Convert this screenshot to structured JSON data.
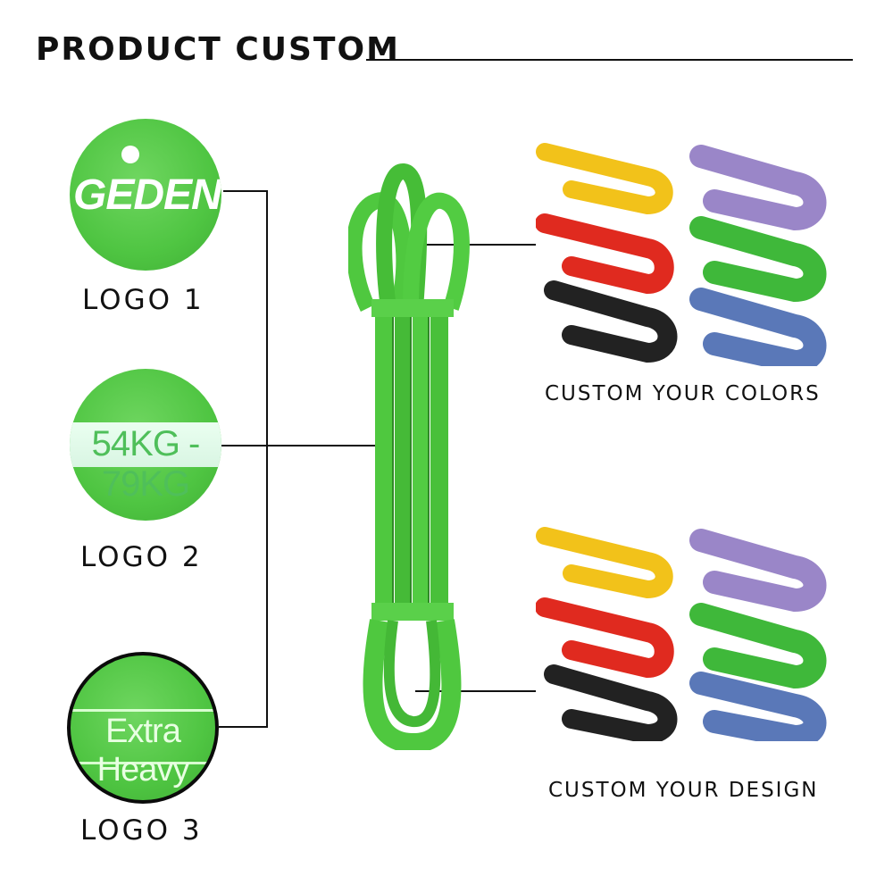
{
  "header": {
    "title": "PRODUCT CUSTOM"
  },
  "logos": [
    {
      "caption": "LOGO 1",
      "text": "GEDENG"
    },
    {
      "caption": "LOGO 2",
      "text": "54KG - 79KG"
    },
    {
      "caption": "LOGO 3",
      "text": "Extra Heavy"
    }
  ],
  "sections": {
    "colors": {
      "caption": "CUSTOM YOUR COLORS"
    },
    "design": {
      "caption": "CUSTOM YOUR DESIGN"
    }
  },
  "colors": {
    "main_band": "#4fc83f",
    "main_band_dark": "#2f9a26",
    "yellow": "#f2c21a",
    "red": "#e02a1f",
    "black": "#222222",
    "purple": "#9a86c8",
    "green": "#3fb83a",
    "blue": "#5a78b8"
  }
}
